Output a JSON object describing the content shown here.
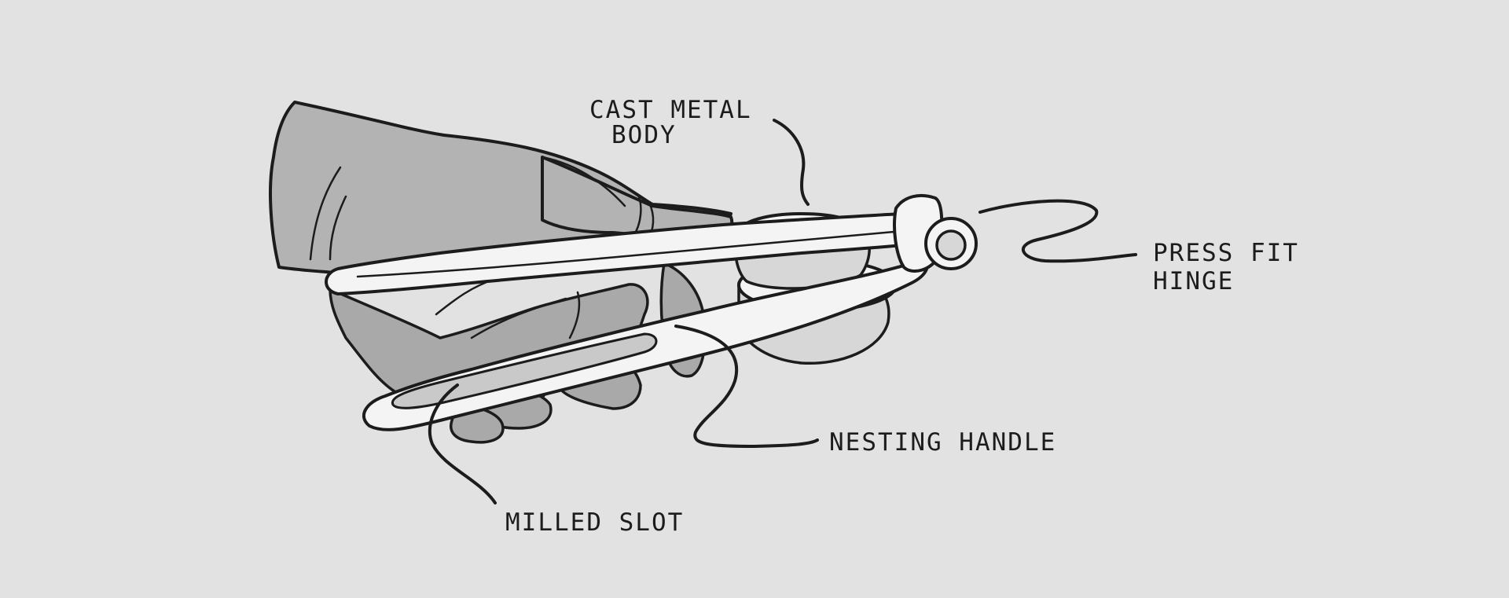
{
  "callouts": {
    "cast_metal_body": {
      "line1": "CAST METAL",
      "line2": "BODY"
    },
    "press_fit_hinge": {
      "line1": "PRESS FIT",
      "line2": "HINGE"
    },
    "nesting_handle": {
      "line1": "NESTING HANDLE"
    },
    "milled_slot": {
      "line1": "MILLED SLOT"
    }
  },
  "colors": {
    "background": "#e2e2e2",
    "ink": "#1c1c1c",
    "glove": "#b3b3b3",
    "metal": "#f4f4f4"
  }
}
